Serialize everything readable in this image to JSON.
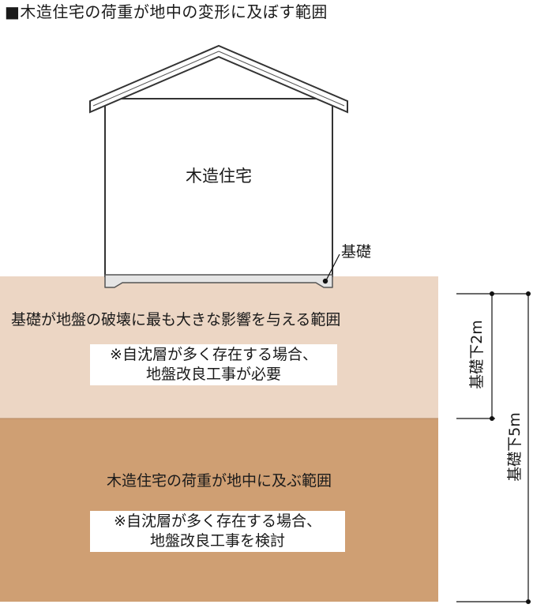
{
  "title": "■木造住宅の荷重が地中の変形に及ぼす範囲",
  "house": {
    "label": "木造住宅"
  },
  "foundation": {
    "label": "基礎"
  },
  "zones": [
    {
      "title": "基礎が地盤の破壊に最も大きな影響を与える範囲",
      "note_line1": "※自沈層が多く存在する場合、",
      "note_line2": "地盤改良工事が必要",
      "color": "#ecd6c4"
    },
    {
      "title": "木造住宅の荷重が地中に及ぶ範囲",
      "note_line1": "※自沈層が多く存在する場合、",
      "note_line2": "地盤改良工事を検討",
      "color": "#cf9f73"
    }
  ],
  "dimensions": [
    {
      "label": "基礎下2m"
    },
    {
      "label": "基礎下5m"
    }
  ]
}
